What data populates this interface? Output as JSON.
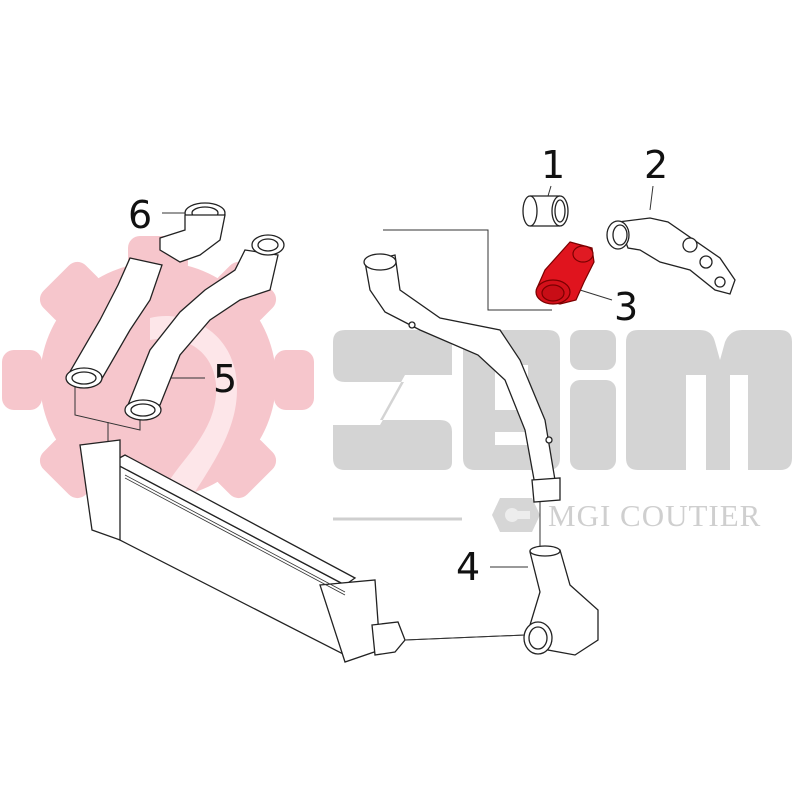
{
  "diagram": {
    "type": "exploded parts diagram",
    "subject": "Intercooler / turbo charge air hose assembly",
    "highlighted_part": "3",
    "highlight_color": "#e0141e",
    "line_color": "#222222"
  },
  "watermark": {
    "logo_text": "seim",
    "sub_text": "MGI COUTIER",
    "gear_color": "#f6c6cc",
    "letters_color": "#d4d4d4"
  },
  "callouts": [
    {
      "number": "1",
      "part": "sleeve / coupling ring"
    },
    {
      "number": "2",
      "part": "turbo outlet pipe with bracket"
    },
    {
      "number": "3",
      "part": "charge air hose elbow (highlighted)"
    },
    {
      "number": "4",
      "part": "lower intercooler hose"
    },
    {
      "number": "5",
      "part": "intercooler inlet hoses"
    },
    {
      "number": "6",
      "part": "hose end connector"
    }
  ]
}
